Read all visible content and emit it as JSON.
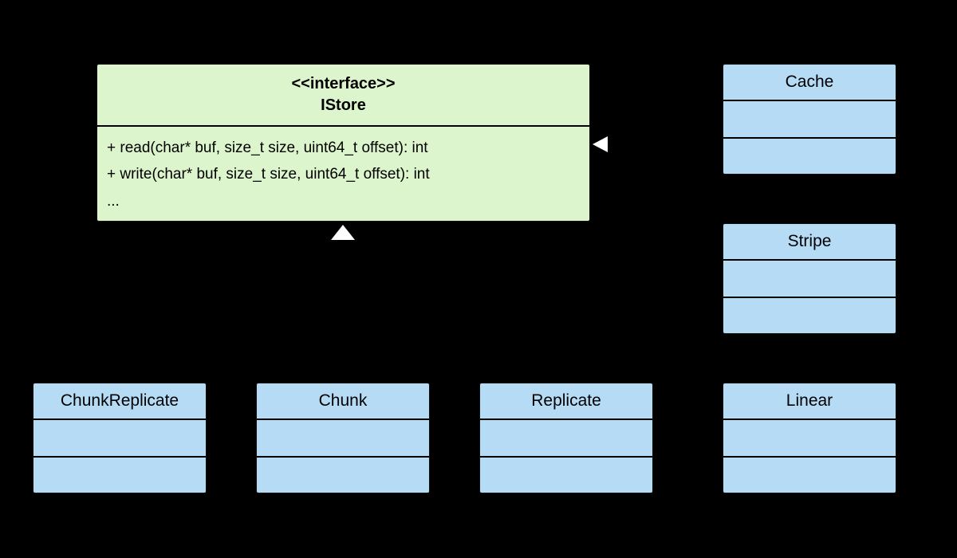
{
  "diagram": {
    "type": "uml-class-diagram",
    "background_color": "#000000",
    "interface_fill": "#ddf5cc",
    "class_fill": "#b5dbf5",
    "border_color": "#0f0f0f",
    "divider_color": "#000000",
    "arrow_color": "#ffffff"
  },
  "interface": {
    "stereotype": "<<interface>>",
    "name": "IStore",
    "operations": [
      "+ read(char* buf, size_t size, uint64_t offset): int",
      "+ write(char* buf, size_t size, uint64_t offset): int",
      "..."
    ]
  },
  "classes": [
    {
      "id": "cache",
      "name": "Cache"
    },
    {
      "id": "stripe",
      "name": "Stripe"
    },
    {
      "id": "chunkreplicate",
      "name": "ChunkReplicate"
    },
    {
      "id": "chunk",
      "name": "Chunk"
    },
    {
      "id": "replicate",
      "name": "Replicate"
    },
    {
      "id": "linear",
      "name": "Linear"
    }
  ],
  "connectors": [
    {
      "id": "realization-right",
      "marker": "hollow-triangle-left",
      "from": "classes",
      "to": "interface"
    },
    {
      "id": "realization-down",
      "marker": "filled-triangle-up",
      "from": "classes",
      "to": "interface"
    }
  ]
}
